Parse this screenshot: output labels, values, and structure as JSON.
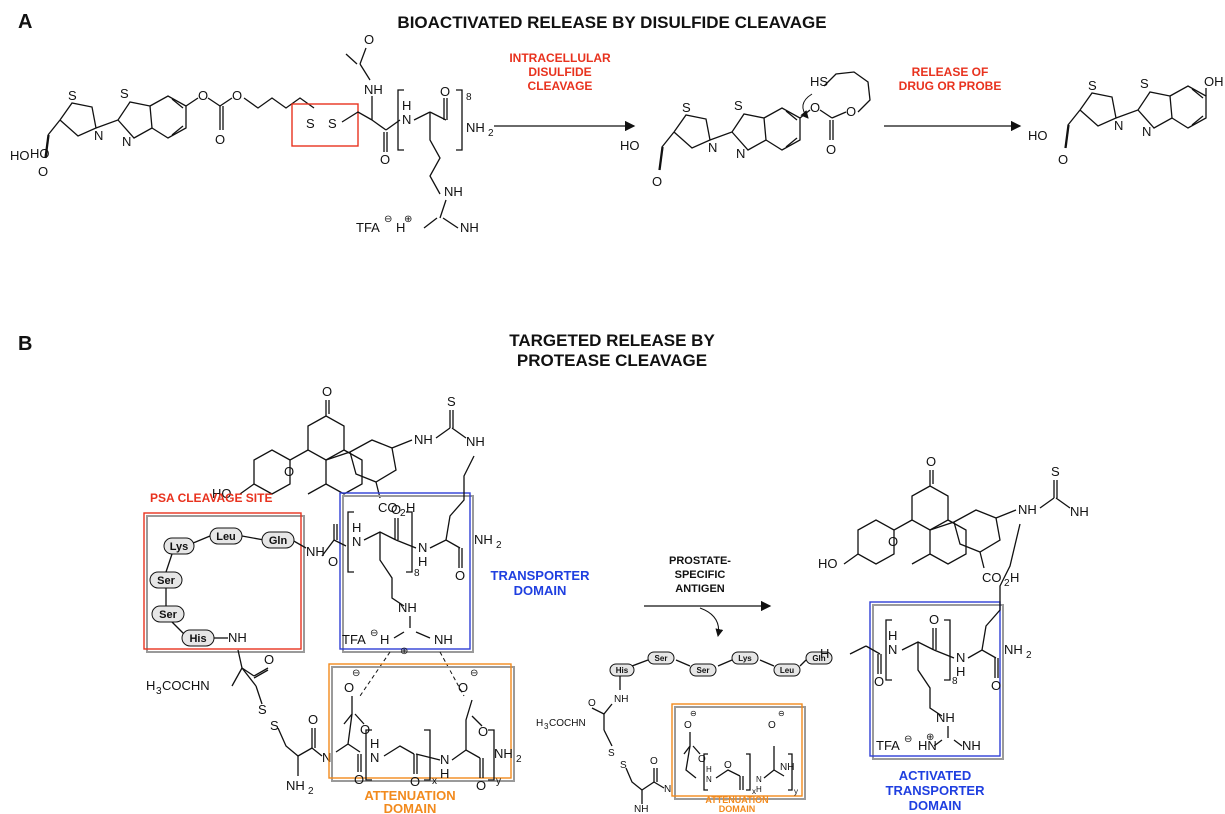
{
  "panels": {
    "a": {
      "letter": "A",
      "title": "BIOACTIVATED RELEASE BY DISULFIDE CLEAVAGE",
      "step1_label": [
        "INTRACELLULAR",
        "DISULFIDE",
        "CLEAVAGE"
      ],
      "step2_label": [
        "RELEASE OF",
        "DRUG OR PROBE"
      ]
    },
    "b": {
      "letter": "B",
      "title": [
        "TARGETED RELEASE BY",
        "PROTEASE CLEAVAGE"
      ],
      "psa_site_label": "PSA CLEAVAGE SITE",
      "transporter_label": [
        "TRANSPORTER",
        "DOMAIN"
      ],
      "attenuation_label": [
        "ATTENUATION",
        "DOMAIN"
      ],
      "enzyme_label": [
        "PROSTATE-",
        "SPECIFIC",
        "ANTIGEN"
      ],
      "activated_label": [
        "ACTIVATED",
        "TRANSPORTER",
        "DOMAIN"
      ]
    }
  },
  "amino_acids": {
    "psa_ring": [
      "Lys",
      "Leu",
      "Gln",
      "Ser",
      "Ser",
      "His"
    ],
    "released_chain": [
      "His",
      "Ser",
      "Ser",
      "Lys",
      "Leu",
      "Gln"
    ]
  },
  "atom_labels": {
    "ho": "HO",
    "oh": "OH",
    "o": "O",
    "s": "S",
    "n": "N",
    "nh": "NH",
    "hn": "HN",
    "h": "H",
    "nh2": "NH",
    "h2n": "H",
    "hs": "HS",
    "co2h": "CO",
    "tfa": "TFA",
    "acetamido": "H",
    "repeat_8": "8",
    "repeat_x": "x",
    "repeat_y": "y",
    "minus": "⊖",
    "plus": "⊕",
    "sub2": "2",
    "sub3": "3",
    "cochn": "COCHN"
  },
  "colors": {
    "red": "#e8321e",
    "blue": "#1f3fe0",
    "orange": "#f28a1d",
    "black": "#111111"
  }
}
